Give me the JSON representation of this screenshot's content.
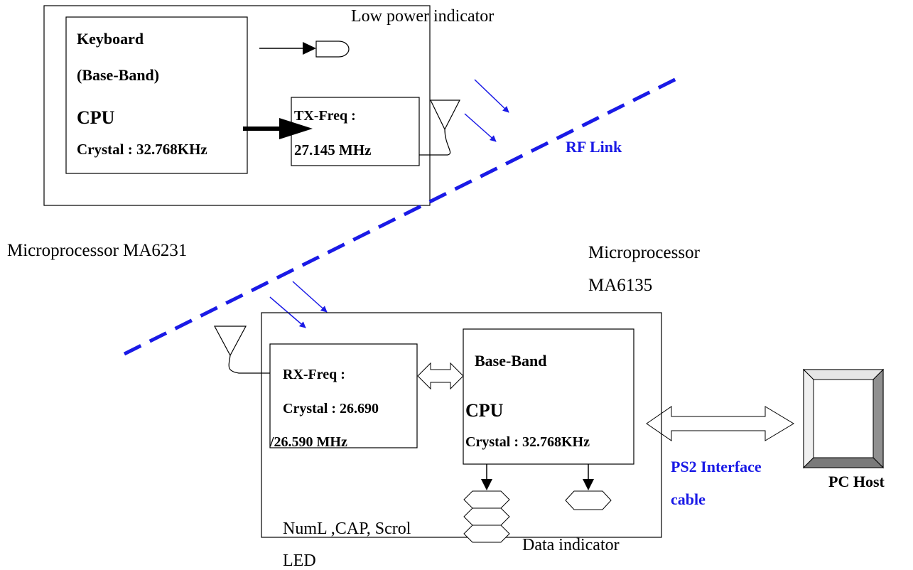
{
  "keyboard": {
    "title_line1": "Keyboard",
    "title_line2": "(Base-Band)",
    "cpu_label": "CPU",
    "crystal_label": "Crystal : 32.768KHz",
    "tx_label_line1": "TX-Freq :",
    "tx_label_line2": "27.145 MHz",
    "low_power_label": "Low power indicator",
    "microprocessor_label": "Microprocessor MA6231"
  },
  "rf_link": {
    "label": "RF Link",
    "color": "#1a1ae6"
  },
  "receiver": {
    "microprocessor_line1": "Microprocessor",
    "microprocessor_line2": "MA6135",
    "rx_label_line1": "RX-Freq :",
    "rx_label_line2": "Crystal : 26.690",
    "rx_label_line3": "/26.590 MHz",
    "baseband_label": "Base-Band",
    "cpu_label": "CPU",
    "crystal_label": "Crystal : 32.768KHz",
    "led_label_line1": "NumL ,CAP, Scrol",
    "led_label_line2": "LED",
    "data_indicator_label": "Data indicator"
  },
  "interface": {
    "label_line1": "PS2 Interface",
    "label_line2": "cable",
    "color": "#1a1ae6"
  },
  "pc_host": {
    "label": "PC Host"
  }
}
